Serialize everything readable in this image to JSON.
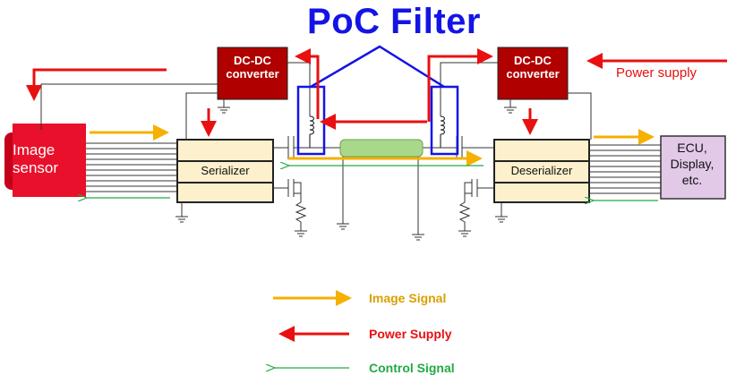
{
  "title": "PoC Filter",
  "blocks": {
    "dcdc_left": "DC-DC converter",
    "dcdc_right": "DC-DC converter",
    "image_sensor": "Image sensor",
    "serializer": "Serializer",
    "deserializer": "Deserializer",
    "ecu": "ECU, Display, etc."
  },
  "power_supply_label": "Power supply",
  "legend": {
    "image_signal": "Image Signal",
    "power_supply": "Power Supply",
    "control_signal": "Control Signal"
  },
  "colors": {
    "title_blue": "#1414e6",
    "power_red": "#e81010",
    "image_orange": "#f5b000",
    "control_green": "#22aa44",
    "dcdc_fill": "#b00000",
    "block_fill": "#fdf0cc",
    "ecu_fill": "#e2c9e8",
    "cable_fill": "#a9d88a"
  },
  "icons": [
    "inductor-icon",
    "ground-icon",
    "resistor-icon",
    "transistor-icon",
    "arrow-icon"
  ]
}
